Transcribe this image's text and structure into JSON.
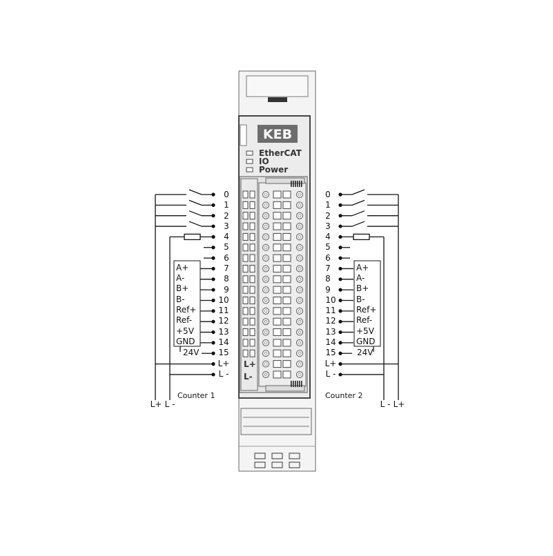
{
  "brand": "KEB",
  "leds": [
    "EtherCAT",
    "IO",
    "Power"
  ],
  "pins": [
    "0",
    "1",
    "2",
    "3",
    "4",
    "5",
    "6",
    "7",
    "8",
    "9",
    "10",
    "11",
    "12",
    "13",
    "14",
    "15",
    "L+",
    "L -"
  ],
  "signals": [
    "A+",
    "A-",
    "B+",
    "B-",
    "Ref+",
    "Ref-",
    "+5V",
    "GND"
  ],
  "voltage": "24V",
  "module_labels": [
    "L+",
    "L-"
  ],
  "left_counter": "Counter 1",
  "right_counter": "Counter 2",
  "left_supply": [
    "L+",
    "L -"
  ],
  "right_supply": [
    "L -",
    "L+"
  ],
  "colors": {
    "line": "#111111",
    "housing": "#f2f2f2",
    "housing_stroke": "#555555",
    "panel": "#e9e9e9",
    "logo_bg": "#6d6d6d",
    "terminal": "#e6e6e6"
  }
}
